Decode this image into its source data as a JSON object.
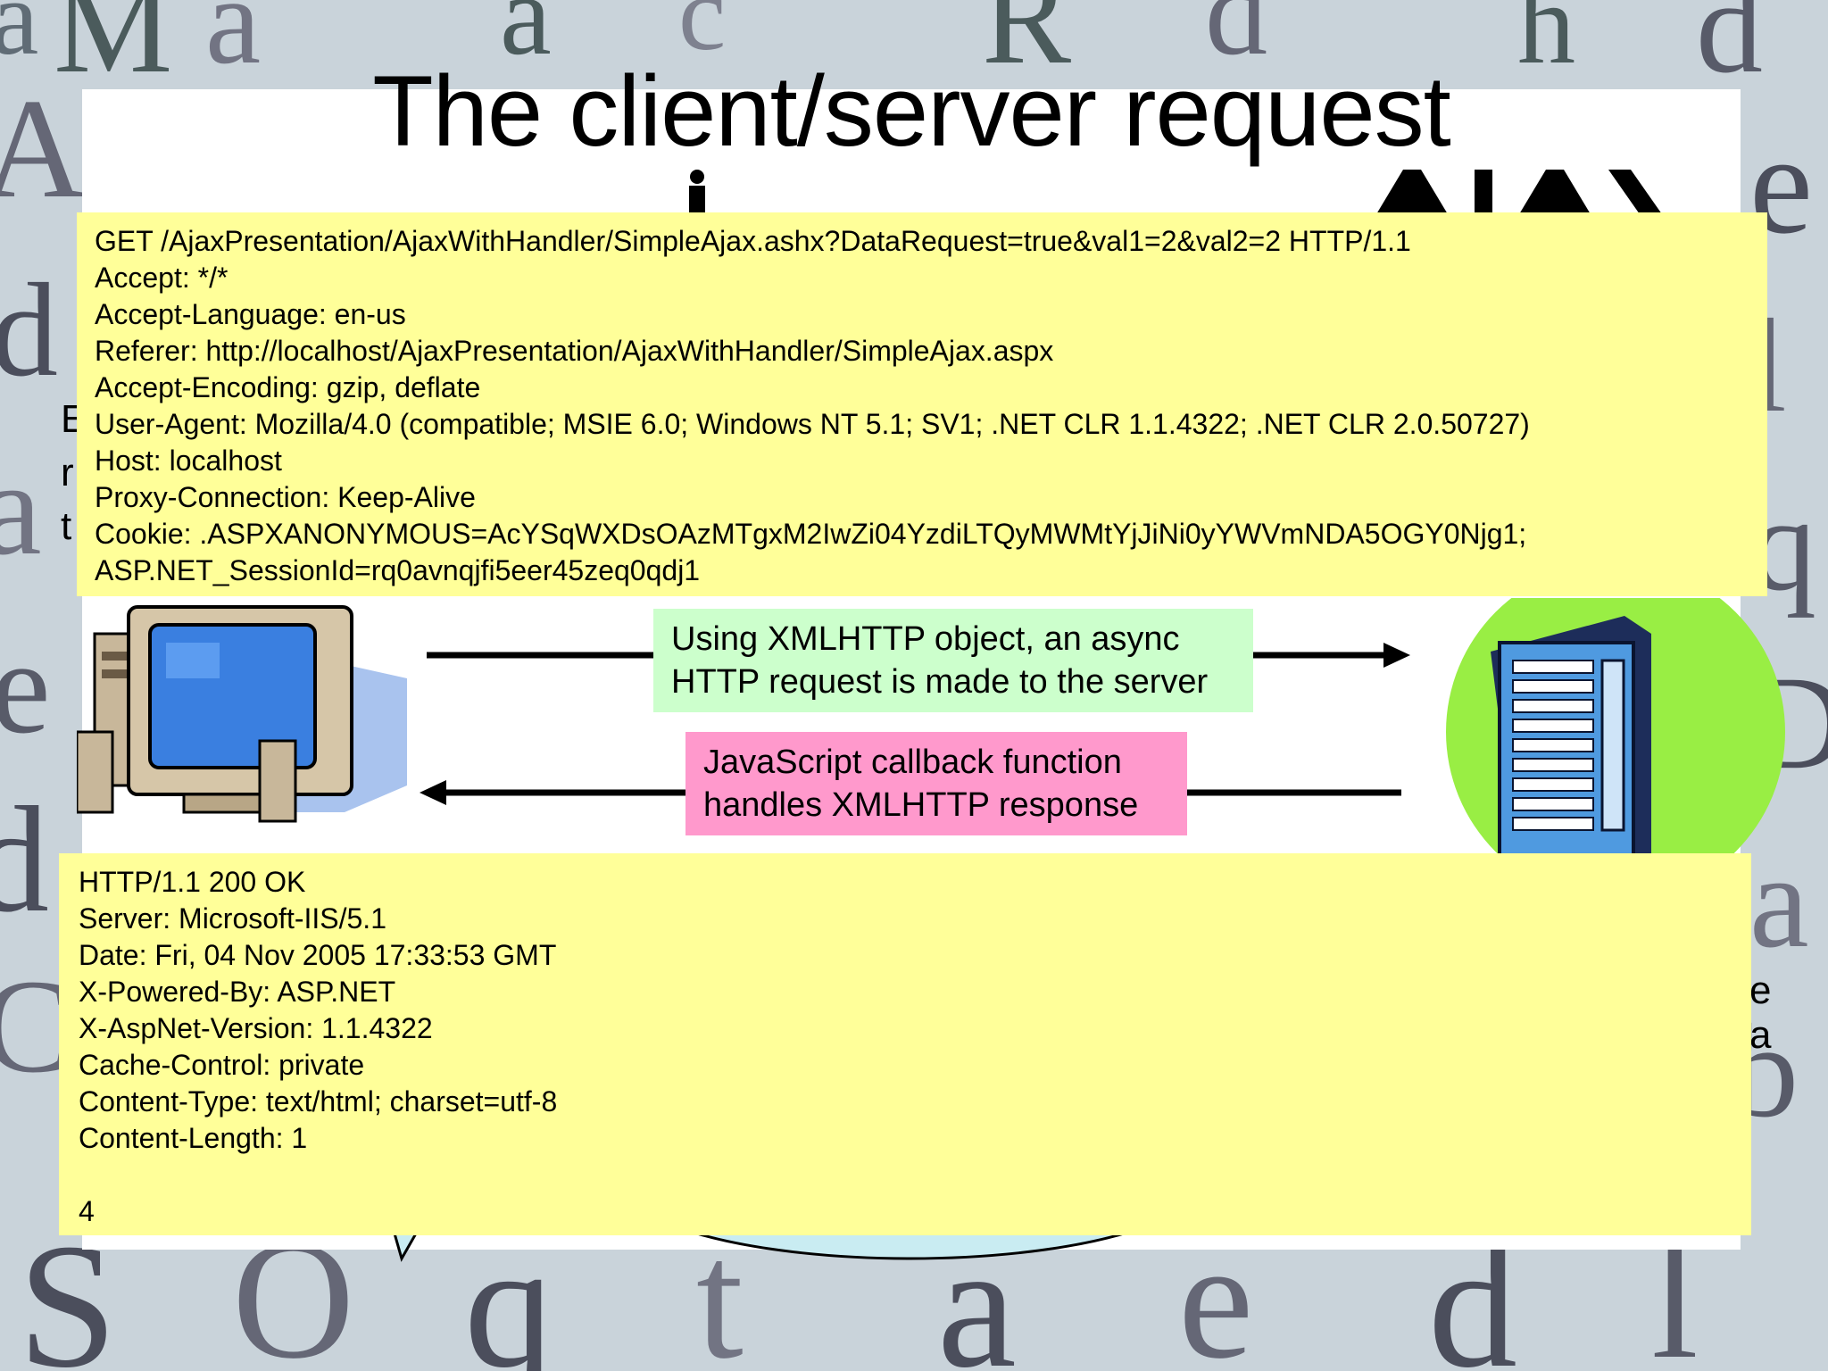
{
  "title": {
    "line1": "The client/server request"
  },
  "request_headers": [
    "GET /AjaxPresentation/AjaxWithHandler/SimpleAjax.ashx?DataRequest=true&val1=2&val2=2 HTTP/1.1",
    "Accept: */*",
    "Accept-Language: en-us",
    "Referer: http://localhost/AjaxPresentation/AjaxWithHandler/SimpleAjax.aspx",
    "Accept-Encoding: gzip, deflate",
    "User-Agent: Mozilla/4.0 (compatible; MSIE 6.0; Windows NT 5.1; SV1; .NET CLR 1.1.4322; .NET CLR 2.0.50727)",
    "Host: localhost",
    "Proxy-Connection: Keep-Alive",
    "Cookie: .ASPXANONYMOUS=AcYSqWXDsOAzMTgxM2IwZi04YzdiLTQyMWMtYjJiNi0yYWVmNDA5OGY0Njg1;",
    "ASP.NET_SessionId=rq0avnqjfi5eer45zeq0qdj1"
  ],
  "notes": {
    "request": "Using XMLHTTP object, an async HTTP request is made to the server",
    "callback": "JavaScript callback function handles XMLHTTP response"
  },
  "response_headers": [
    "HTTP/1.1 200 OK",
    "Server: Microsoft-IIS/5.1",
    "Date: Fri, 04 Nov 2005 17:33:53 GMT",
    "X-Powered-By: ASP.NET",
    "X-AspNet-Version: 1.1.4322",
    "Cache-Control: private",
    "Content-Type: text/html; charset=utf-8",
    "Content-Length: 1",
    "",
    "4"
  ],
  "icons": {
    "client": "desktop-computer-icon",
    "server": "server-rack-icon"
  },
  "colors": {
    "yellow": "#ffff99",
    "green_note": "#ccffcc",
    "pink_note": "#ff99cc",
    "server_circle": "#99ee44"
  }
}
